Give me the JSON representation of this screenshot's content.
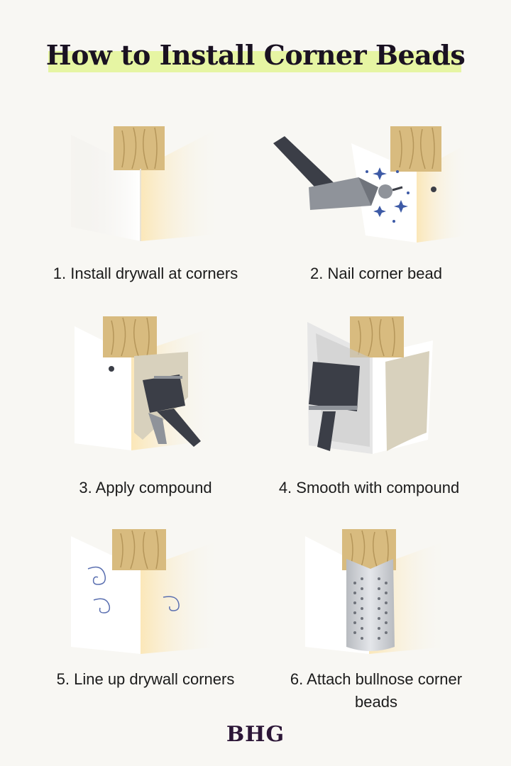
{
  "title": "How to Install Corner Beads",
  "steps": [
    {
      "caption": "1. Install drywall at corners"
    },
    {
      "caption": "2. Nail corner bead"
    },
    {
      "caption": "3. Apply compound"
    },
    {
      "caption": "4. Smooth with compound"
    },
    {
      "caption": "5. Line up drywall corners"
    },
    {
      "caption": "6. Attach bullnose corner beads"
    }
  ],
  "logo": "BHG",
  "colors": {
    "highlight": "#e6f5a3",
    "wood": "#d8bb7f",
    "drywall": "#ffffff",
    "compound": "#d8d1bd",
    "tool_handle": "#3b3e47",
    "tool_metal": "#8f939a",
    "spark": "#3d5aa6"
  }
}
